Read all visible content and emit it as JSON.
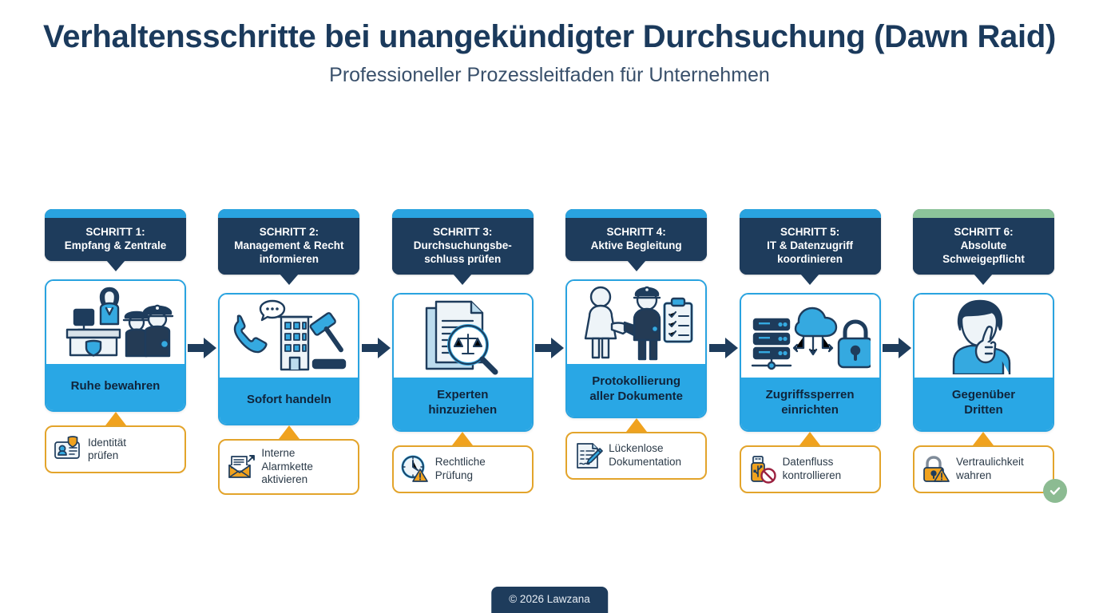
{
  "header": {
    "title": "Verhaltensschritte bei unangekündigter Durchsuchung (Dawn Raid)",
    "subtitle": "Professioneller Prozessleitfaden für Unternehmen"
  },
  "colors": {
    "navy": "#1e3c5c",
    "blue": "#29a7e5",
    "blue_stripe": "#29a3e0",
    "green_stripe": "#8cc49a",
    "orange": "#e3a42b",
    "orange_tail": "#f0a21e",
    "check_green": "#8cbb92",
    "title_navy": "#1b3a5c"
  },
  "steps": [
    {
      "header": "SCHRITT 1:\nEmpfang & Zentrale",
      "header_stripe": "blue",
      "label": "Ruhe bewahren",
      "illustration": "reception-desk-police-icon",
      "note": {
        "text": "Identität\nprüfen",
        "icon": "id-badge-shield-icon"
      }
    },
    {
      "header": "SCHRITT 2:\nManagement & Recht\ninformieren",
      "header_stripe": "blue",
      "label": "Sofort handeln",
      "illustration": "phone-building-gavel-icon",
      "note": {
        "text": "Interne\nAlarmkette\naktivieren",
        "icon": "envelope-arrow-icon"
      }
    },
    {
      "header": "SCHRITT 3:\nDurchsuchungsbe-\nschluss prüfen",
      "header_stripe": "blue",
      "label": "Experten\nhinzuziehen",
      "illustration": "documents-magnifier-scales-icon",
      "note": {
        "text": "Rechtliche\nPrüfung",
        "icon": "clock-warning-icon"
      }
    },
    {
      "header": "SCHRITT 4:\nAktive Begleitung",
      "header_stripe": "blue",
      "label": "Protokollierung\naller Dokumente",
      "illustration": "handshake-officer-clipboard-icon",
      "note": {
        "text": "Lückenlose\nDokumentation",
        "icon": "document-pen-icon"
      }
    },
    {
      "header": "SCHRITT 5:\nIT & Datenzugriff\nkoordinieren",
      "header_stripe": "blue",
      "label": "Zugriffssperren\neinrichten",
      "illustration": "server-cloud-lock-icon",
      "note": {
        "text": "Datenfluss\nkontrollieren",
        "icon": "usb-blocked-icon"
      }
    },
    {
      "header": "SCHRITT 6:\nAbsolute\nSchweigepflicht",
      "header_stripe": "green",
      "label": "Gegenüber\nDritten",
      "illustration": "person-finger-to-lips-icon",
      "note": {
        "text": "Vertraulichkeit\nwahren",
        "icon": "padlock-warning-icon"
      }
    }
  ],
  "footer": {
    "copyright": "© 2026 Lawzana"
  }
}
